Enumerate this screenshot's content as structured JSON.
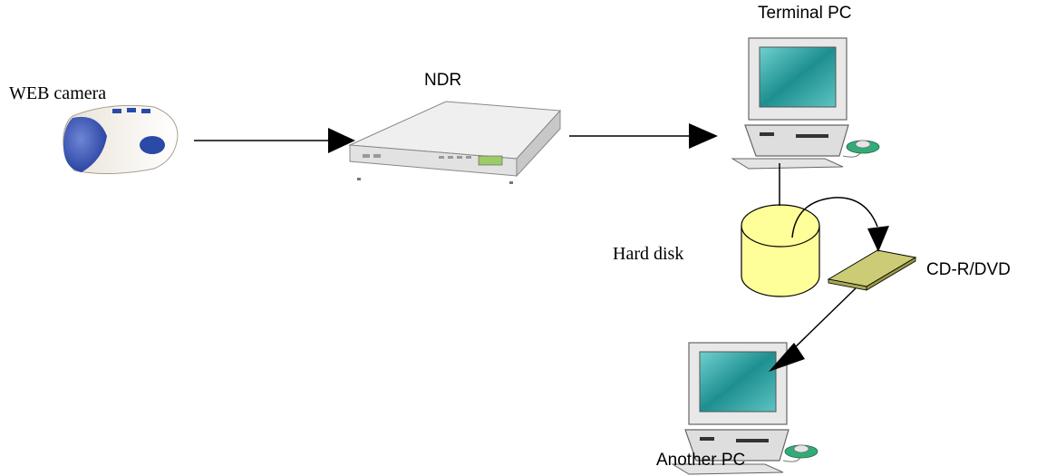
{
  "labels": {
    "web_camera": "WEB camera",
    "ndr": "NDR",
    "terminal_pc": "Terminal PC",
    "hard_disk": "Hard disk",
    "cdr_dvd": "CD-R/DVD",
    "another_pc": "Another PC"
  },
  "colors": {
    "screen": "#2a9a9a",
    "disk_fill": "#ffff99",
    "media_fill": "#cccc77",
    "mouse": "#33aa77",
    "camera_blue": "#2244aa"
  }
}
